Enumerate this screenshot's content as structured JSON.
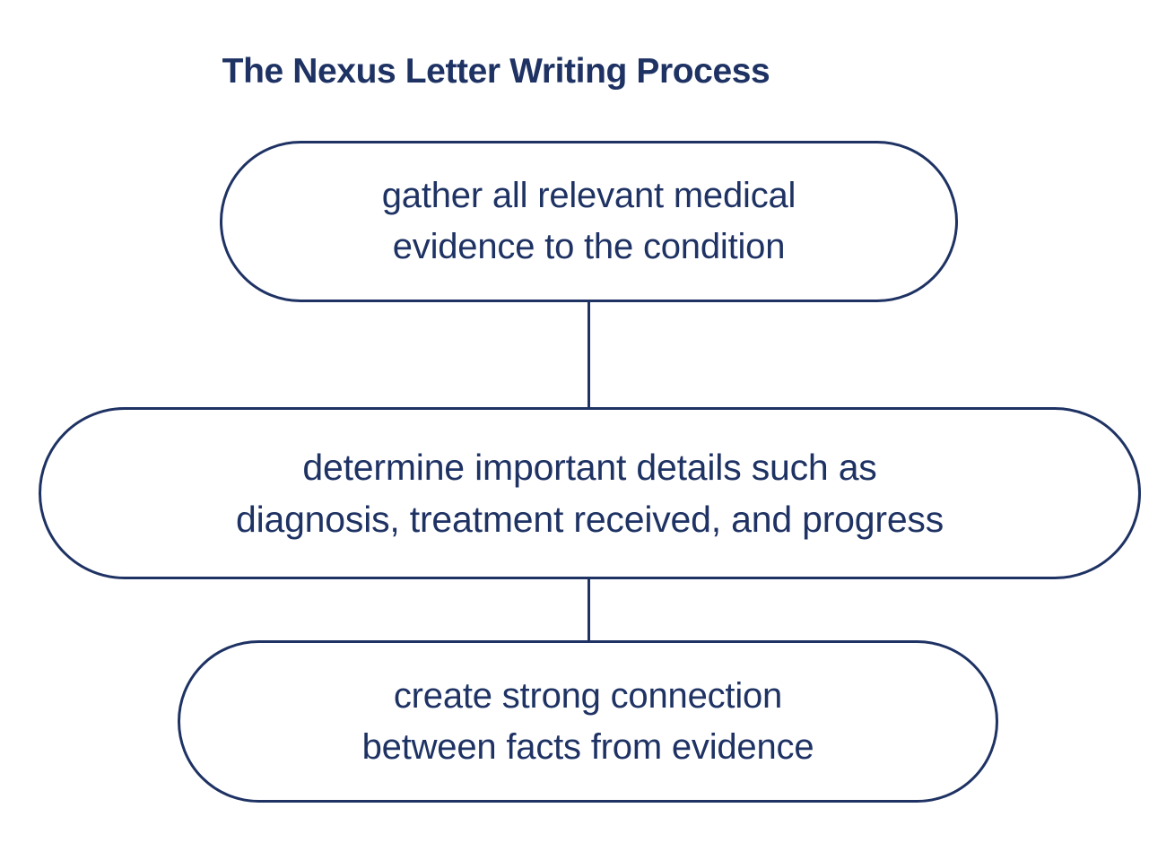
{
  "diagram": {
    "title": "The Nexus Letter Writing Process",
    "background_color": "#ffffff",
    "accent_color": "#1e3263",
    "orientation": "vertical",
    "nodes": [
      {
        "id": "gather-evidence",
        "shape": "pill",
        "label": "gather all relevant medical\nevidence to the condition",
        "order": 1
      },
      {
        "id": "determine-details",
        "shape": "pill",
        "label": "determine important details such as\ndiagnosis, treatment received, and progress",
        "order": 2
      },
      {
        "id": "create-connection",
        "shape": "pill",
        "label": "create strong connection\nbetween facts from evidence",
        "order": 3
      }
    ],
    "connectors": [
      {
        "id": "connector-1",
        "from": "gather-evidence",
        "to": "determine-details",
        "style": "straight-line"
      },
      {
        "id": "connector-2",
        "from": "determine-details",
        "to": "create-connection",
        "style": "straight-line"
      }
    ]
  }
}
